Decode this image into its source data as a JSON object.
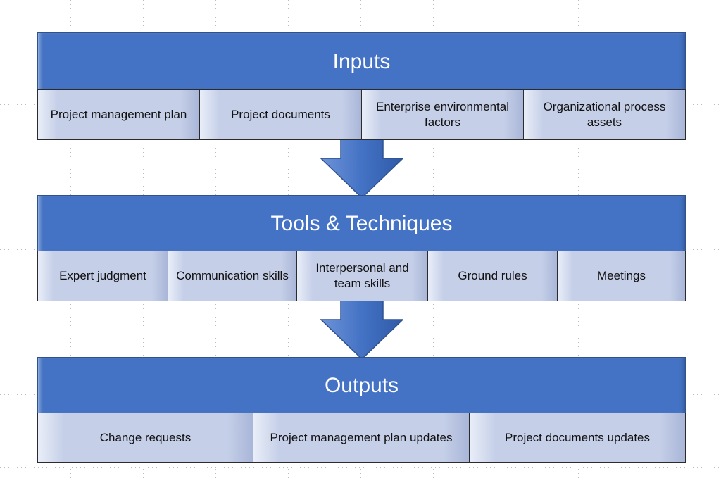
{
  "colors": {
    "header": "#4472c4",
    "cell": "#c5cfe8",
    "arrow": "#4472c4"
  },
  "inputs": {
    "title": "Inputs",
    "items": [
      "Project management plan",
      "Project documents",
      "Enterprise environmental  factors",
      "Organizational process assets"
    ]
  },
  "tools": {
    "title": "Tools & Techniques",
    "items": [
      "Expert judgment",
      "Communication skills",
      "Interpersonal and team skills",
      "Ground rules",
      "Meetings"
    ]
  },
  "outputs": {
    "title": "Outputs",
    "items": [
      "Change requests",
      "Project management plan updates",
      "Project documents updates"
    ]
  }
}
